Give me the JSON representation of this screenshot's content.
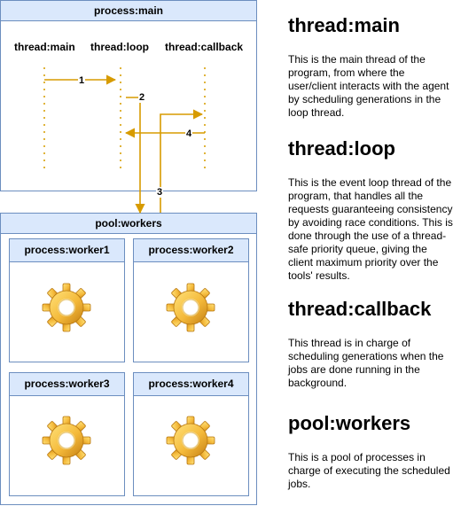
{
  "process_main": {
    "title": "process:main",
    "lanes": [
      "thread:main",
      "thread:loop",
      "thread:callback"
    ]
  },
  "edges": [
    "1",
    "2",
    "3",
    "4"
  ],
  "pool": {
    "title": "pool:workers",
    "workers": [
      "process:worker1",
      "process:worker2",
      "process:worker3",
      "process:worker4"
    ]
  },
  "descriptions": [
    {
      "title": "thread:main",
      "text": "This is the main thread of the program, from where the user/client interacts with the agent by scheduling generations in the loop thread."
    },
    {
      "title": "thread:loop",
      "text": "This is the event loop thread of the program, that handles all the requests guaranteeing consistency by avoiding race conditions. This is done through the use of a thread-safe priority queue, giving the client maximum priority over the tools' results."
    },
    {
      "title": "thread:callback",
      "text": "This thread is in charge of scheduling generations when the jobs are done running in the background."
    },
    {
      "title": "pool:workers",
      "text": "This is a pool of processes in charge of executing the scheduled jobs."
    }
  ],
  "colors": {
    "container_fill": "#dae8fc",
    "container_stroke": "#6c8ebf",
    "arrow": "#d79b00",
    "lifeline": "#e0b43a"
  },
  "icons": {
    "worker": "gear-icon"
  }
}
